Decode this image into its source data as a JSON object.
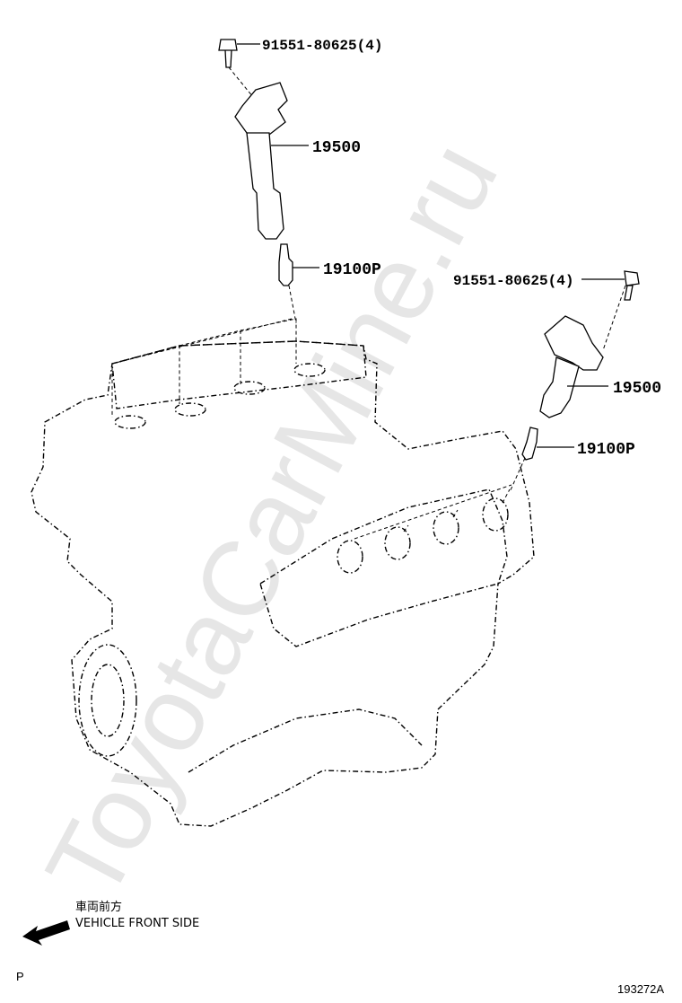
{
  "watermark": "ToyotaCarMine.ru",
  "callouts": {
    "bolt_left": "91551-80625(4)",
    "coil_left": "19500",
    "plug_left": "19100P",
    "bolt_right": "91551-80625(4)",
    "coil_right": "19500",
    "plug_right": "19100P"
  },
  "direction": {
    "jp_label": "車両前方",
    "en_label": "VEHICLE FRONT SIDE"
  },
  "footer": {
    "corner_letter": "P",
    "diagram_id": "193272A"
  }
}
